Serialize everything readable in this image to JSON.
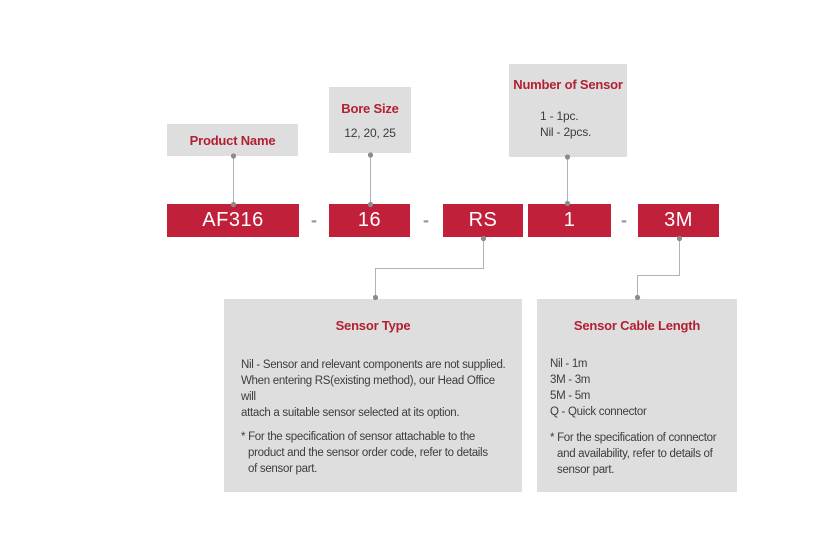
{
  "colors": {
    "code_box_red": "#c1203a",
    "heading_red": "#b22133",
    "label_box_gray": "#dedede",
    "body_text": "#3d3d3d",
    "connector_line": "#b2b2b2",
    "connector_dot": "#8c8c8c",
    "separator_dash": "#999999",
    "code_text": "#ffffff",
    "background": "#ffffff"
  },
  "labels": {
    "product_name": {
      "title": "Product Name"
    },
    "bore_size": {
      "title": "Bore Size",
      "value": "12, 20, 25"
    },
    "number_of_sensor": {
      "title": "Number of Sensor",
      "options": "1 - 1pc.\nNil - 2pcs."
    }
  },
  "code": {
    "segments": [
      "AF316",
      "16",
      "RS",
      "1",
      "3M"
    ],
    "separator": "-"
  },
  "details": {
    "sensor_type": {
      "title": "Sensor Type",
      "description": "Nil - Sensor and relevant components are not supplied.\nWhen entering RS(existing method), our Head Office will\nattach a suitable sensor selected at its option.",
      "note": "* For the specification of sensor attachable to the\nproduct and the sensor order code, refer to details\nof sensor part."
    },
    "sensor_cable_length": {
      "title": "Sensor Cable Length",
      "options": "Nil - 1m\n3M - 3m\n5M - 5m\nQ - Quick connector",
      "note": "* For the specification of connector\nand availability, refer to details of\nsensor part."
    }
  }
}
